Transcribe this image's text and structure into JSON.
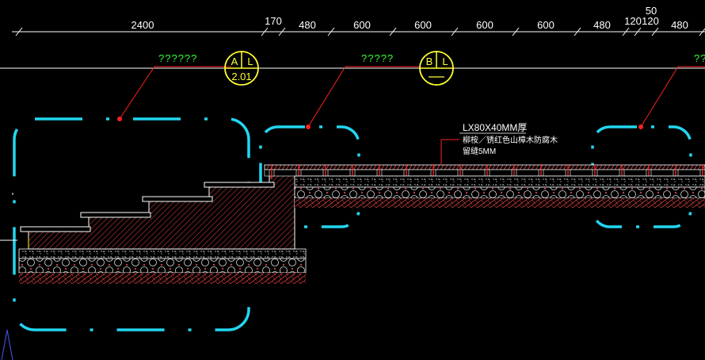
{
  "dimensions": {
    "top_small": "50",
    "values": [
      "2400",
      "170",
      "480",
      "600",
      "600",
      "600",
      "600",
      "480",
      "120",
      "120",
      "480"
    ]
  },
  "leaders": {
    "left": "??????",
    "middle": "?????",
    "right": "??"
  },
  "bubbles": {
    "a": {
      "letter": "A",
      "sheet": "2.01"
    },
    "b": {
      "letter": "B",
      "sheet": ""
    }
  },
  "note": {
    "line1": "LX80X40MM厚",
    "line2": "柳桉／锈红色山樟木防腐木",
    "line3": "留缝5MM"
  },
  "colors": {
    "leader": "#ff2020",
    "bubble": "#ffff33",
    "cyan": "#22d6f0",
    "hatch": "#e04a4a",
    "text": "#ffffff"
  }
}
